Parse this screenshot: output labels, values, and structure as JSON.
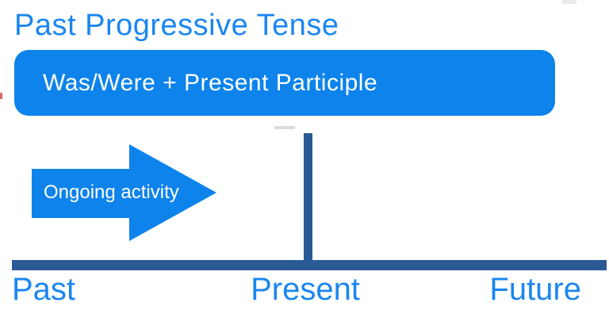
{
  "page": {
    "background": "#ffffff",
    "title": "Past Progressive Tense"
  },
  "formula_box": {
    "text": "Was/Were + Present Participle",
    "fill": "#0d83eb",
    "text_color": "#ffffff"
  },
  "arrow": {
    "label": "Ongoing activity",
    "fill": "#0d83eb",
    "text_color": "#ffffff",
    "direction": "right"
  },
  "timeline": {
    "bar_color": "#2a5a96",
    "tick_position": "present",
    "labels": [
      "Past",
      "Present",
      "Future"
    ],
    "label_color": "#1b86f0"
  },
  "colors": {
    "accent_blue": "#0d83eb",
    "text_blue": "#1b86f0",
    "timeline_navy": "#2a5a96"
  }
}
